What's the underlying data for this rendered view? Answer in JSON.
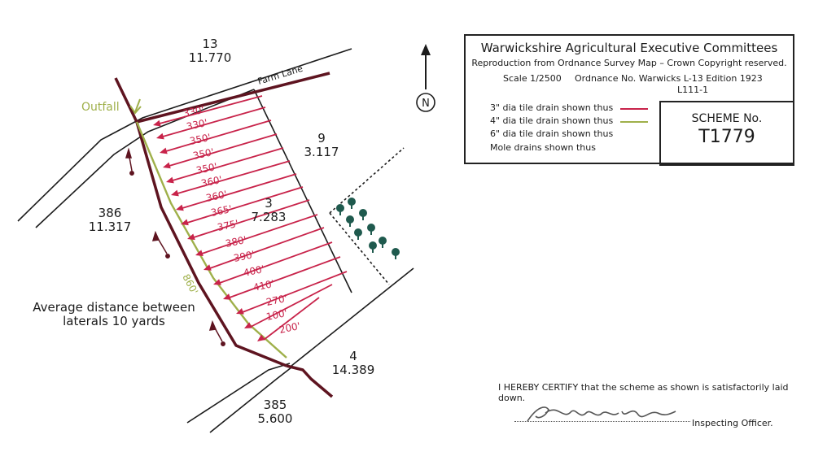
{
  "parcels": {
    "p13": {
      "number": "13",
      "area": "11.770"
    },
    "p9": {
      "number": "9",
      "area": "3.117"
    },
    "p3": {
      "number": "3",
      "area": "7.283"
    },
    "p386": {
      "number": "386",
      "area": "11.317"
    },
    "p4": {
      "number": "4",
      "area": "14.389"
    },
    "p385": {
      "number": "385",
      "area": "5.600"
    }
  },
  "road_label": "Farm Lane",
  "outfall_label": "Outfall",
  "main_drain_length": "860'",
  "laterals": [
    "330'",
    "330'",
    "350'",
    "350'",
    "350'",
    "360'",
    "360'",
    "365'",
    "375'",
    "380'",
    "390'",
    "400'",
    "410'",
    "270'",
    "100'",
    "200'"
  ],
  "average_note": [
    "Average distance between",
    "laterals 10 yards"
  ],
  "north": {
    "letter": "N"
  },
  "key": {
    "title": "Warwickshire Agricultural Executive Committees",
    "subtitle": "Reproduction from Ordnance Survey Map – Crown Copyright reserved.",
    "scale": "Scale 1/2500",
    "ordnance": "Ordnance No. Warwicks L-13  Edition 1923",
    "sheet": "L111-1",
    "legend": [
      {
        "label": "3\" dia tile drain shown thus",
        "color": "#c8234a"
      },
      {
        "label": "4\" dia tile drain shown thus",
        "color": "#9fb04a"
      },
      {
        "label": "6\" dia tile drain shown thus",
        "color": ""
      },
      {
        "label": "Mole drains shown thus",
        "color": ""
      }
    ],
    "scheme_label": "SCHEME No.",
    "scheme_number": "T1779"
  },
  "certificate": "I HEREBY CERTIFY that the scheme as shown is satisfactorily laid down.",
  "officer_label": "Inspecting Officer.",
  "colors": {
    "drain_3in": "#c8234a",
    "drain_4in": "#9fb04a",
    "boundary": "#5e1420",
    "trees": "#1f5a4e",
    "lines": "#1c1c1c"
  },
  "icons": {
    "outfall": "outfall-arrow-icon",
    "tree": "tree-icon",
    "north": "north-arrow-icon"
  }
}
